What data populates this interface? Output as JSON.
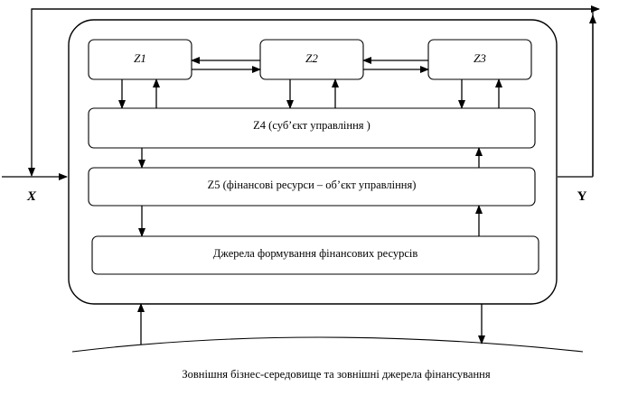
{
  "boxes": {
    "z1": "Z1",
    "z2": "Z2",
    "z3": "Z3",
    "z4": "Z4 (суб’єкт    управління )",
    "z5": "Z5 (фінансові ресурси – об’єкт  управління)",
    "sources": "Джерела формування фінансових ресурсів"
  },
  "labels": {
    "input": "X",
    "output": "Y"
  },
  "environment": "Зовнішня бізнес-середовище та зовнішні джерела фінансування"
}
